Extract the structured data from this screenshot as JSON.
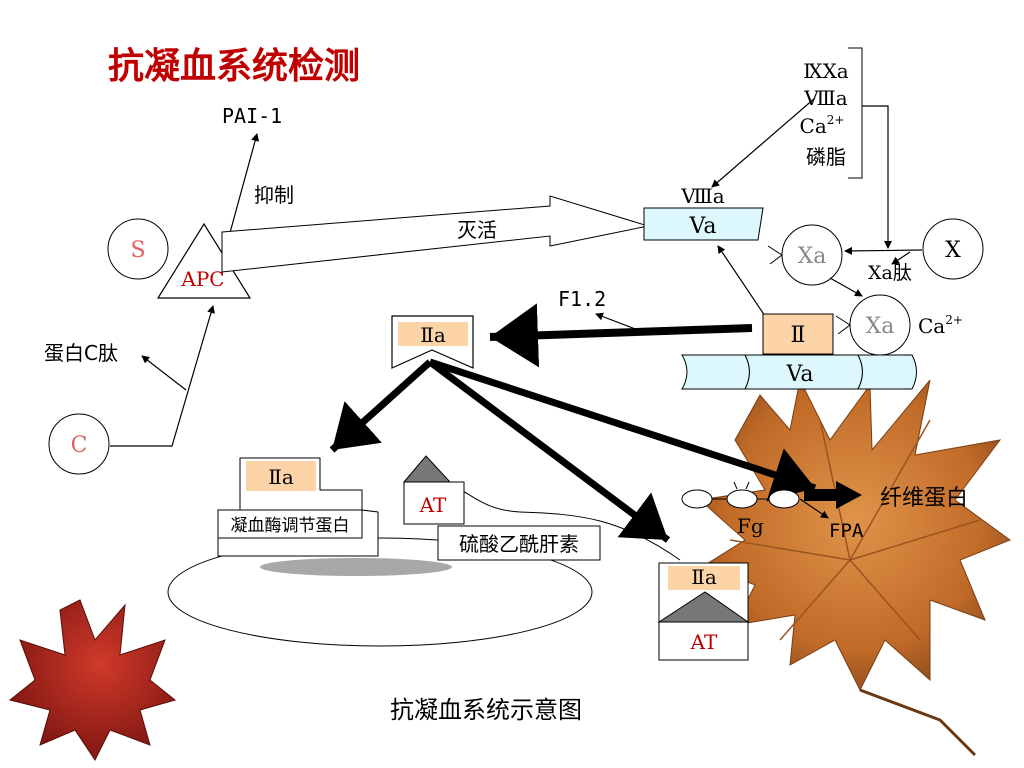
{
  "title": "抗凝血系统检测",
  "caption": "抗凝血系统示意图",
  "colors": {
    "title": "#c00000",
    "red_text": "#c00000",
    "pink_text": "#e06060",
    "grey_text": "#888888",
    "cyan_fill": "#dcf8fc",
    "peach_fill": "#fcd4a8",
    "dark_grey": "#777777",
    "leaf_orange": "#c8702a",
    "leaf_red": "#a8201c"
  },
  "labels": {
    "pai1": "PAI-1",
    "inhibit": "抑制",
    "s": "S",
    "apc": "APC",
    "c": "C",
    "protein_c_peptide": "蛋白C肽",
    "inactivate": "灭活",
    "f12": "F1.2",
    "iia_top": "Ⅱa",
    "iia_left": "Ⅱa",
    "thrombomodulin": "凝血酶调节蛋白",
    "at_top": "AT",
    "heparan": "硫酸乙酰肝素",
    "iia_bottom": "Ⅱa",
    "at_bottom": "AT",
    "ixa": "ⅨⅩa",
    "viiia_list": "Ⅷa",
    "ca_list": "Ca",
    "phospholipid": "磷脂",
    "viiia": "Ⅷa",
    "va_top": "Va",
    "xa_top": "Xa",
    "x": "X",
    "xa_peptide": "Xa肽",
    "ii": "Ⅱ",
    "xa_bottom": "Xa",
    "ca_bottom": "Ca",
    "va_bottom": "Va",
    "fg": "Fg",
    "fpa": "FPA",
    "fibrin": "纤维蛋白",
    "superscript": "2+"
  }
}
